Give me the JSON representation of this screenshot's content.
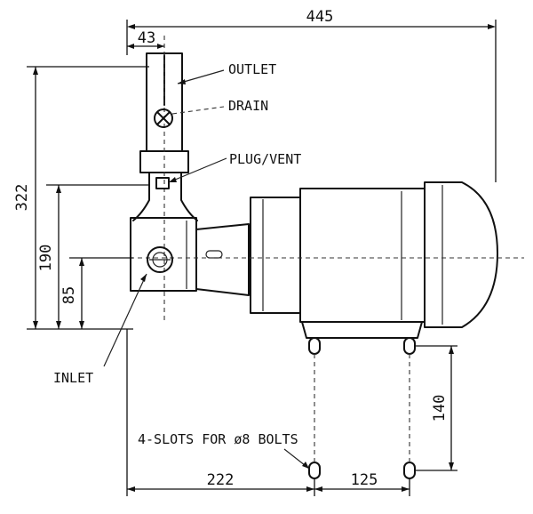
{
  "dimensions": {
    "overall_length": "445",
    "outlet_offset": "43",
    "outlet_height": "322",
    "vent_height": "190",
    "inlet_height": "85",
    "foot_width": "140",
    "inlet_to_slot": "222",
    "slot_spacing": "125"
  },
  "labels": {
    "outlet": "OUTLET",
    "drain": "DRAIN",
    "plug_vent": "PLUG/VENT",
    "inlet": "INLET",
    "slots": "4-SLOTS FOR ø8 BOLTS"
  }
}
